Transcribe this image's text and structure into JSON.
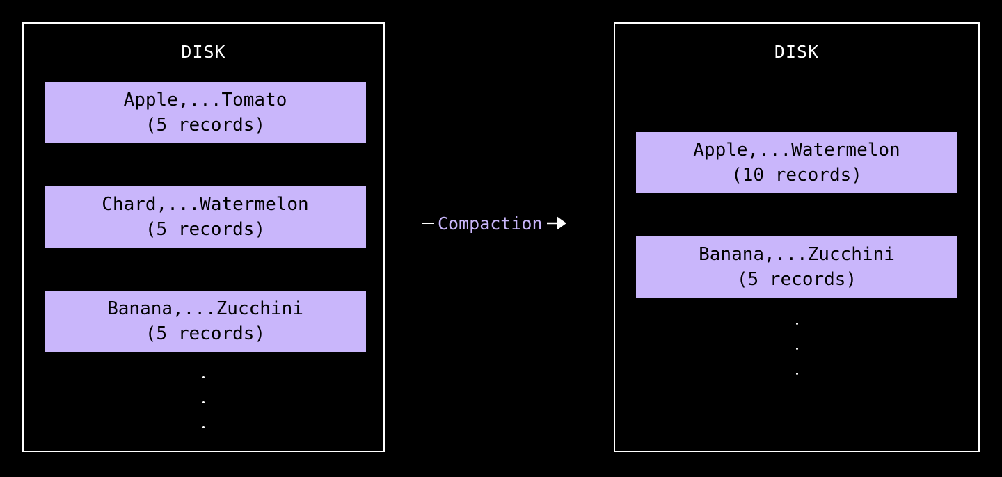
{
  "left_disk": {
    "title": "DISK",
    "segments": [
      {
        "range": "Apple,...Tomato",
        "count": "(5 records)"
      },
      {
        "range": "Chard,...Watermelon",
        "count": "(5 records)"
      },
      {
        "range": "Banana,...Zucchini",
        "count": "(5 records)"
      }
    ]
  },
  "arrow": {
    "label": "Compaction"
  },
  "right_disk": {
    "title": "DISK",
    "segments": [
      {
        "range": "Apple,...Watermelon",
        "count": "(10 records)"
      },
      {
        "range": "Banana,...Zucchini",
        "count": "(5 records)"
      }
    ]
  },
  "colors": {
    "background": "#000000",
    "segment_fill": "#c9b6fb",
    "accent_text": "#c9b6fb",
    "border": "#ffffff"
  }
}
